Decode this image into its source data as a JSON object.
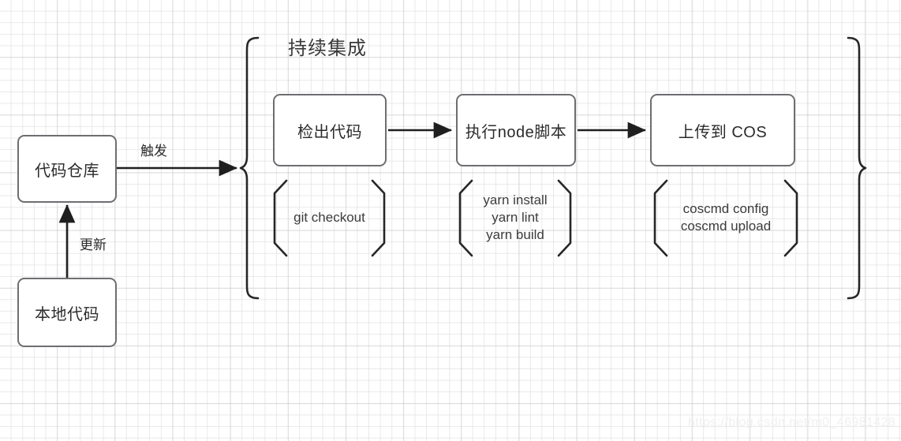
{
  "diagram": {
    "group_title": "持续集成",
    "watermark": "https://blog.csdn.net/m0_46981428",
    "colors": {
      "node_border": "#6e6e72",
      "node_fill": "#ffffff",
      "arrow": "#1f1f1f",
      "bracket": "#262626",
      "text": "#2b2b2b",
      "grid_minor": "#e1e1e4",
      "grid_major": "#b4b4b9",
      "watermark": "#f0f0f2"
    },
    "nodes": [
      {
        "id": "repo",
        "label": "代码仓库"
      },
      {
        "id": "local",
        "label": "本地代码"
      },
      {
        "id": "checkout",
        "label": "检出代码"
      },
      {
        "id": "node",
        "label": "执行node脚本"
      },
      {
        "id": "cos",
        "label": "上传到 COS"
      }
    ],
    "edge_labels": [
      {
        "id": "trigger",
        "label": "触发"
      },
      {
        "id": "update",
        "label": "更新"
      }
    ],
    "brackets": [
      {
        "id": "checkout-cmds",
        "text": "git checkout"
      },
      {
        "id": "node-cmds",
        "text": "yarn install\nyarn lint\nyarn build"
      },
      {
        "id": "cos-cmds",
        "text": "coscmd config\ncoscmd upload"
      }
    ]
  }
}
